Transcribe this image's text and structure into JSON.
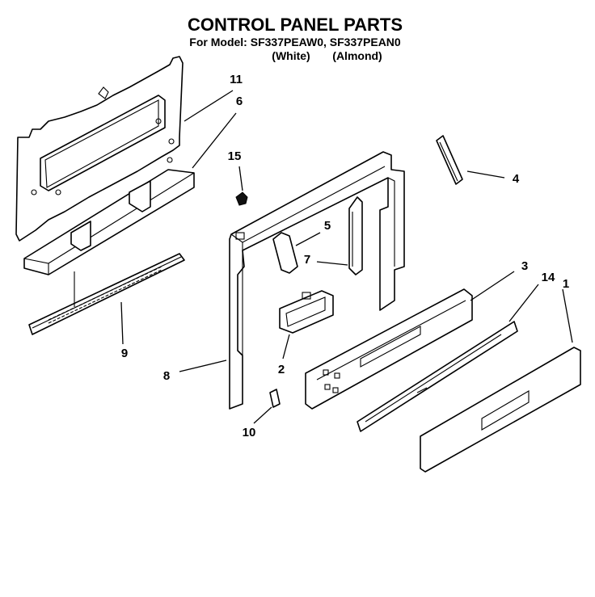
{
  "header": {
    "title": "CONTROL PANEL PARTS",
    "model_line": "For Model: SF337PEAW0, SF337PEAN0",
    "color_white": "(White)",
    "color_almond": "(Almond)"
  },
  "callouts": [
    {
      "id": "c11",
      "label": "11"
    },
    {
      "id": "c6",
      "label": "6"
    },
    {
      "id": "c15",
      "label": "15"
    },
    {
      "id": "c4",
      "label": "4"
    },
    {
      "id": "c5",
      "label": "5"
    },
    {
      "id": "c7",
      "label": "7"
    },
    {
      "id": "c3",
      "label": "3"
    },
    {
      "id": "c14",
      "label": "14"
    },
    {
      "id": "c1",
      "label": "1"
    },
    {
      "id": "c9",
      "label": "9"
    },
    {
      "id": "c2",
      "label": "2"
    },
    {
      "id": "c8",
      "label": "8"
    },
    {
      "id": "c10",
      "label": "10"
    }
  ]
}
